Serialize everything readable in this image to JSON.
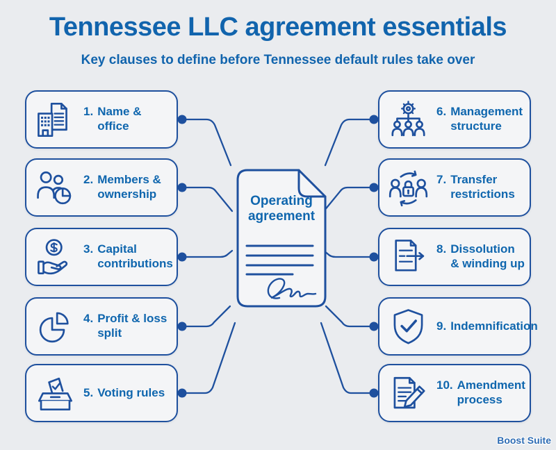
{
  "header": {
    "title": "Tennessee LLC agreement essentials",
    "subtitle": "Key clauses to define before Tennessee default rules take over"
  },
  "center_document": {
    "label": "Operating agreement",
    "icon": "operating-agreement-document-icon"
  },
  "left_items": [
    {
      "num": "1.",
      "label": "Name & office",
      "icon": "office-building-icon"
    },
    {
      "num": "2.",
      "label": "Members & ownership",
      "icon": "members-ownership-pie-icon"
    },
    {
      "num": "3.",
      "label": "Capital contributions",
      "icon": "hand-coin-icon"
    },
    {
      "num": "4.",
      "label": "Profit & loss split",
      "icon": "pie-chart-icon"
    },
    {
      "num": "5.",
      "label": "Voting rules",
      "icon": "ballot-box-icon"
    }
  ],
  "right_items": [
    {
      "num": "6.",
      "label": "Management structure",
      "icon": "gear-org-chart-icon"
    },
    {
      "num": "7.",
      "label": "Transfer restrictions",
      "icon": "transfer-lock-icon"
    },
    {
      "num": "8.",
      "label": "Dissolution & winding up",
      "icon": "document-arrow-icon"
    },
    {
      "num": "9.",
      "label": "Indemnification",
      "icon": "shield-check-icon"
    },
    {
      "num": "10.",
      "label": "Amendment process",
      "icon": "document-pencil-icon"
    }
  ],
  "footer": {
    "watermark": "Boost Suite"
  },
  "colors": {
    "background": "#eaecef",
    "box_fill": "#f4f5f7",
    "line_blue": "#1e509e",
    "text_blue": "#0f66ae"
  }
}
